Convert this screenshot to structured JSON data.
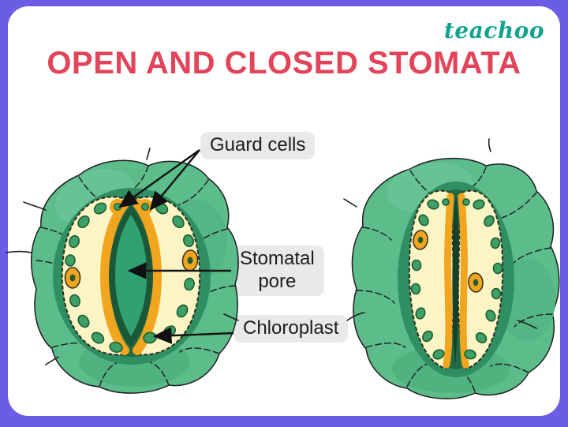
{
  "brand": {
    "name": "teachoo"
  },
  "header": {
    "title": "OPEN AND CLOSED STOMATA"
  },
  "diagram": {
    "labels": {
      "guard_cells": "Guard cells",
      "stomatal_pore_line1": "Stomatal",
      "stomatal_pore_line2": "pore",
      "chloroplast": "Chloroplast"
    },
    "figures": [
      {
        "id": "open-stoma",
        "state": "open"
      },
      {
        "id": "closed-stoma",
        "state": "closed"
      }
    ]
  },
  "colors": {
    "frame": "#6A5CE4",
    "card": "#FFFFFF",
    "title": "#E24459",
    "logo": "#13A28F",
    "label_bg": "#E9E9E9",
    "label_text": "#1C1C1C",
    "epidermis": "#5CBD8B",
    "epidermis_dark": "#2F8F63",
    "guard_cell": "#FBF4C4",
    "guard_cell_wall": "#F2A51F",
    "chloroplast": "#3FA065",
    "pore_dark": "#1B5837",
    "pore_center": "#2FA173",
    "arrow": "#111111"
  }
}
